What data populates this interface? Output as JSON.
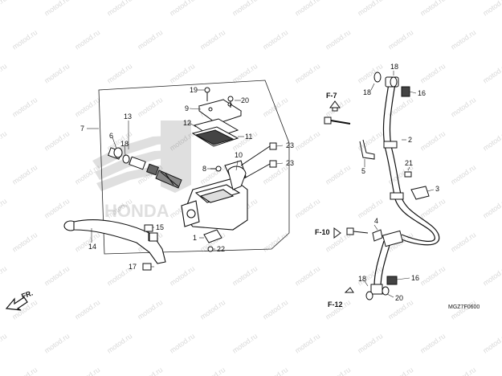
{
  "watermark": "motod.ru",
  "diagram_code": "MGZ7F0600",
  "brand": "HONDA",
  "front_marker": "FR.",
  "refs": [
    "F-7",
    "F-10",
    "F-12"
  ],
  "callouts": [
    "1",
    "2",
    "3",
    "4",
    "5",
    "6",
    "7",
    "8",
    "9",
    "10",
    "11",
    "12",
    "13",
    "14",
    "15",
    "16",
    "16",
    "17",
    "18",
    "18",
    "18",
    "18",
    "19",
    "20",
    "20",
    "21",
    "22",
    "23",
    "23"
  ]
}
